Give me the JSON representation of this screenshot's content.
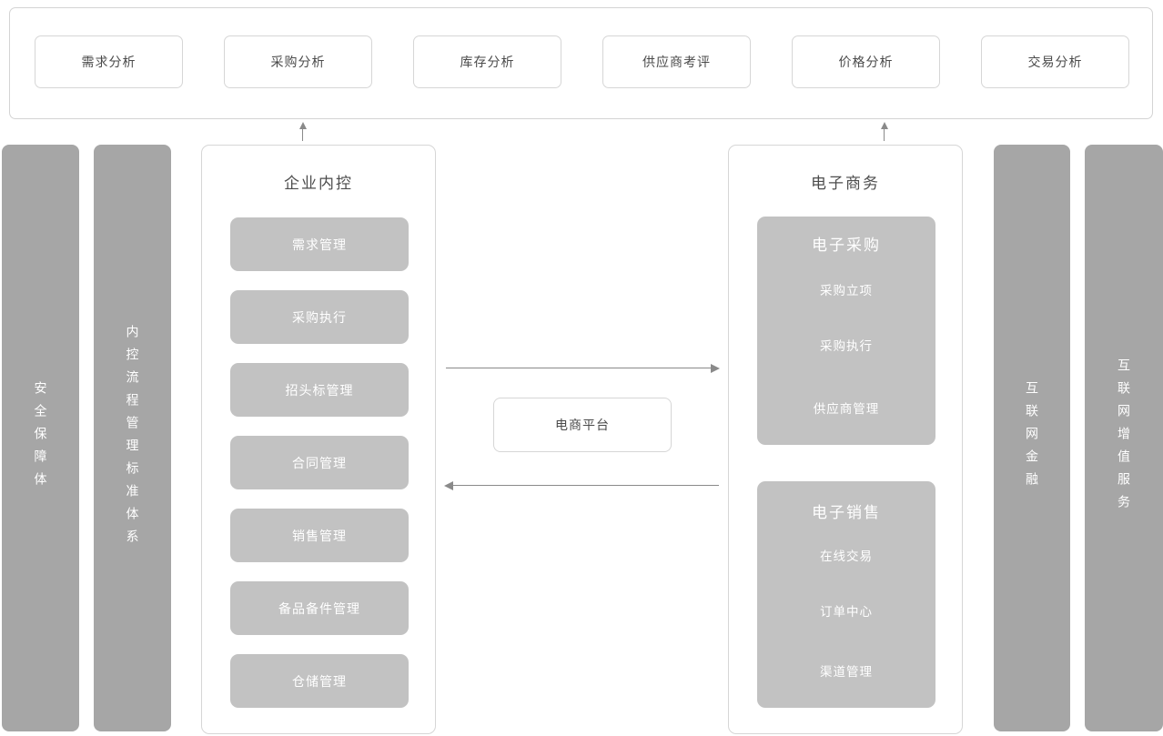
{
  "top_panel": {
    "items": [
      {
        "label": "需求分析"
      },
      {
        "label": "采购分析"
      },
      {
        "label": "库存分析"
      },
      {
        "label": "供应商考评"
      },
      {
        "label": "价格分析"
      },
      {
        "label": "交易分析"
      }
    ]
  },
  "left_bars": [
    {
      "label": "安全保障体"
    },
    {
      "label": "内控流程管理标准体系"
    }
  ],
  "internal_control": {
    "title": "企业内控",
    "items": [
      {
        "label": "需求管理"
      },
      {
        "label": "采购执行"
      },
      {
        "label": "招头标管理"
      },
      {
        "label": "合同管理"
      },
      {
        "label": "销售管理"
      },
      {
        "label": "备品备件管理"
      },
      {
        "label": "仓储管理"
      }
    ]
  },
  "platform": {
    "label": "电商平台"
  },
  "ecommerce": {
    "title": "电子商务",
    "groups": [
      {
        "title": "电子采购",
        "items": [
          {
            "label": "采购立项"
          },
          {
            "label": "采购执行"
          },
          {
            "label": "供应商管理"
          }
        ]
      },
      {
        "title": "电子销售",
        "items": [
          {
            "label": "在线交易"
          },
          {
            "label": "订单中心"
          },
          {
            "label": "渠道管理"
          }
        ]
      }
    ]
  },
  "right_bars": [
    {
      "label": "互联网金融"
    },
    {
      "label": "互联网增值服务"
    }
  ],
  "colors": {
    "bar_gray": "#a6a6a6",
    "item_gray": "#c2c2c2",
    "border_gray": "#d6d6d6",
    "arrow_gray": "#8a8a8a",
    "text_dark": "#4a4a4a",
    "text_light": "#ffffff"
  }
}
